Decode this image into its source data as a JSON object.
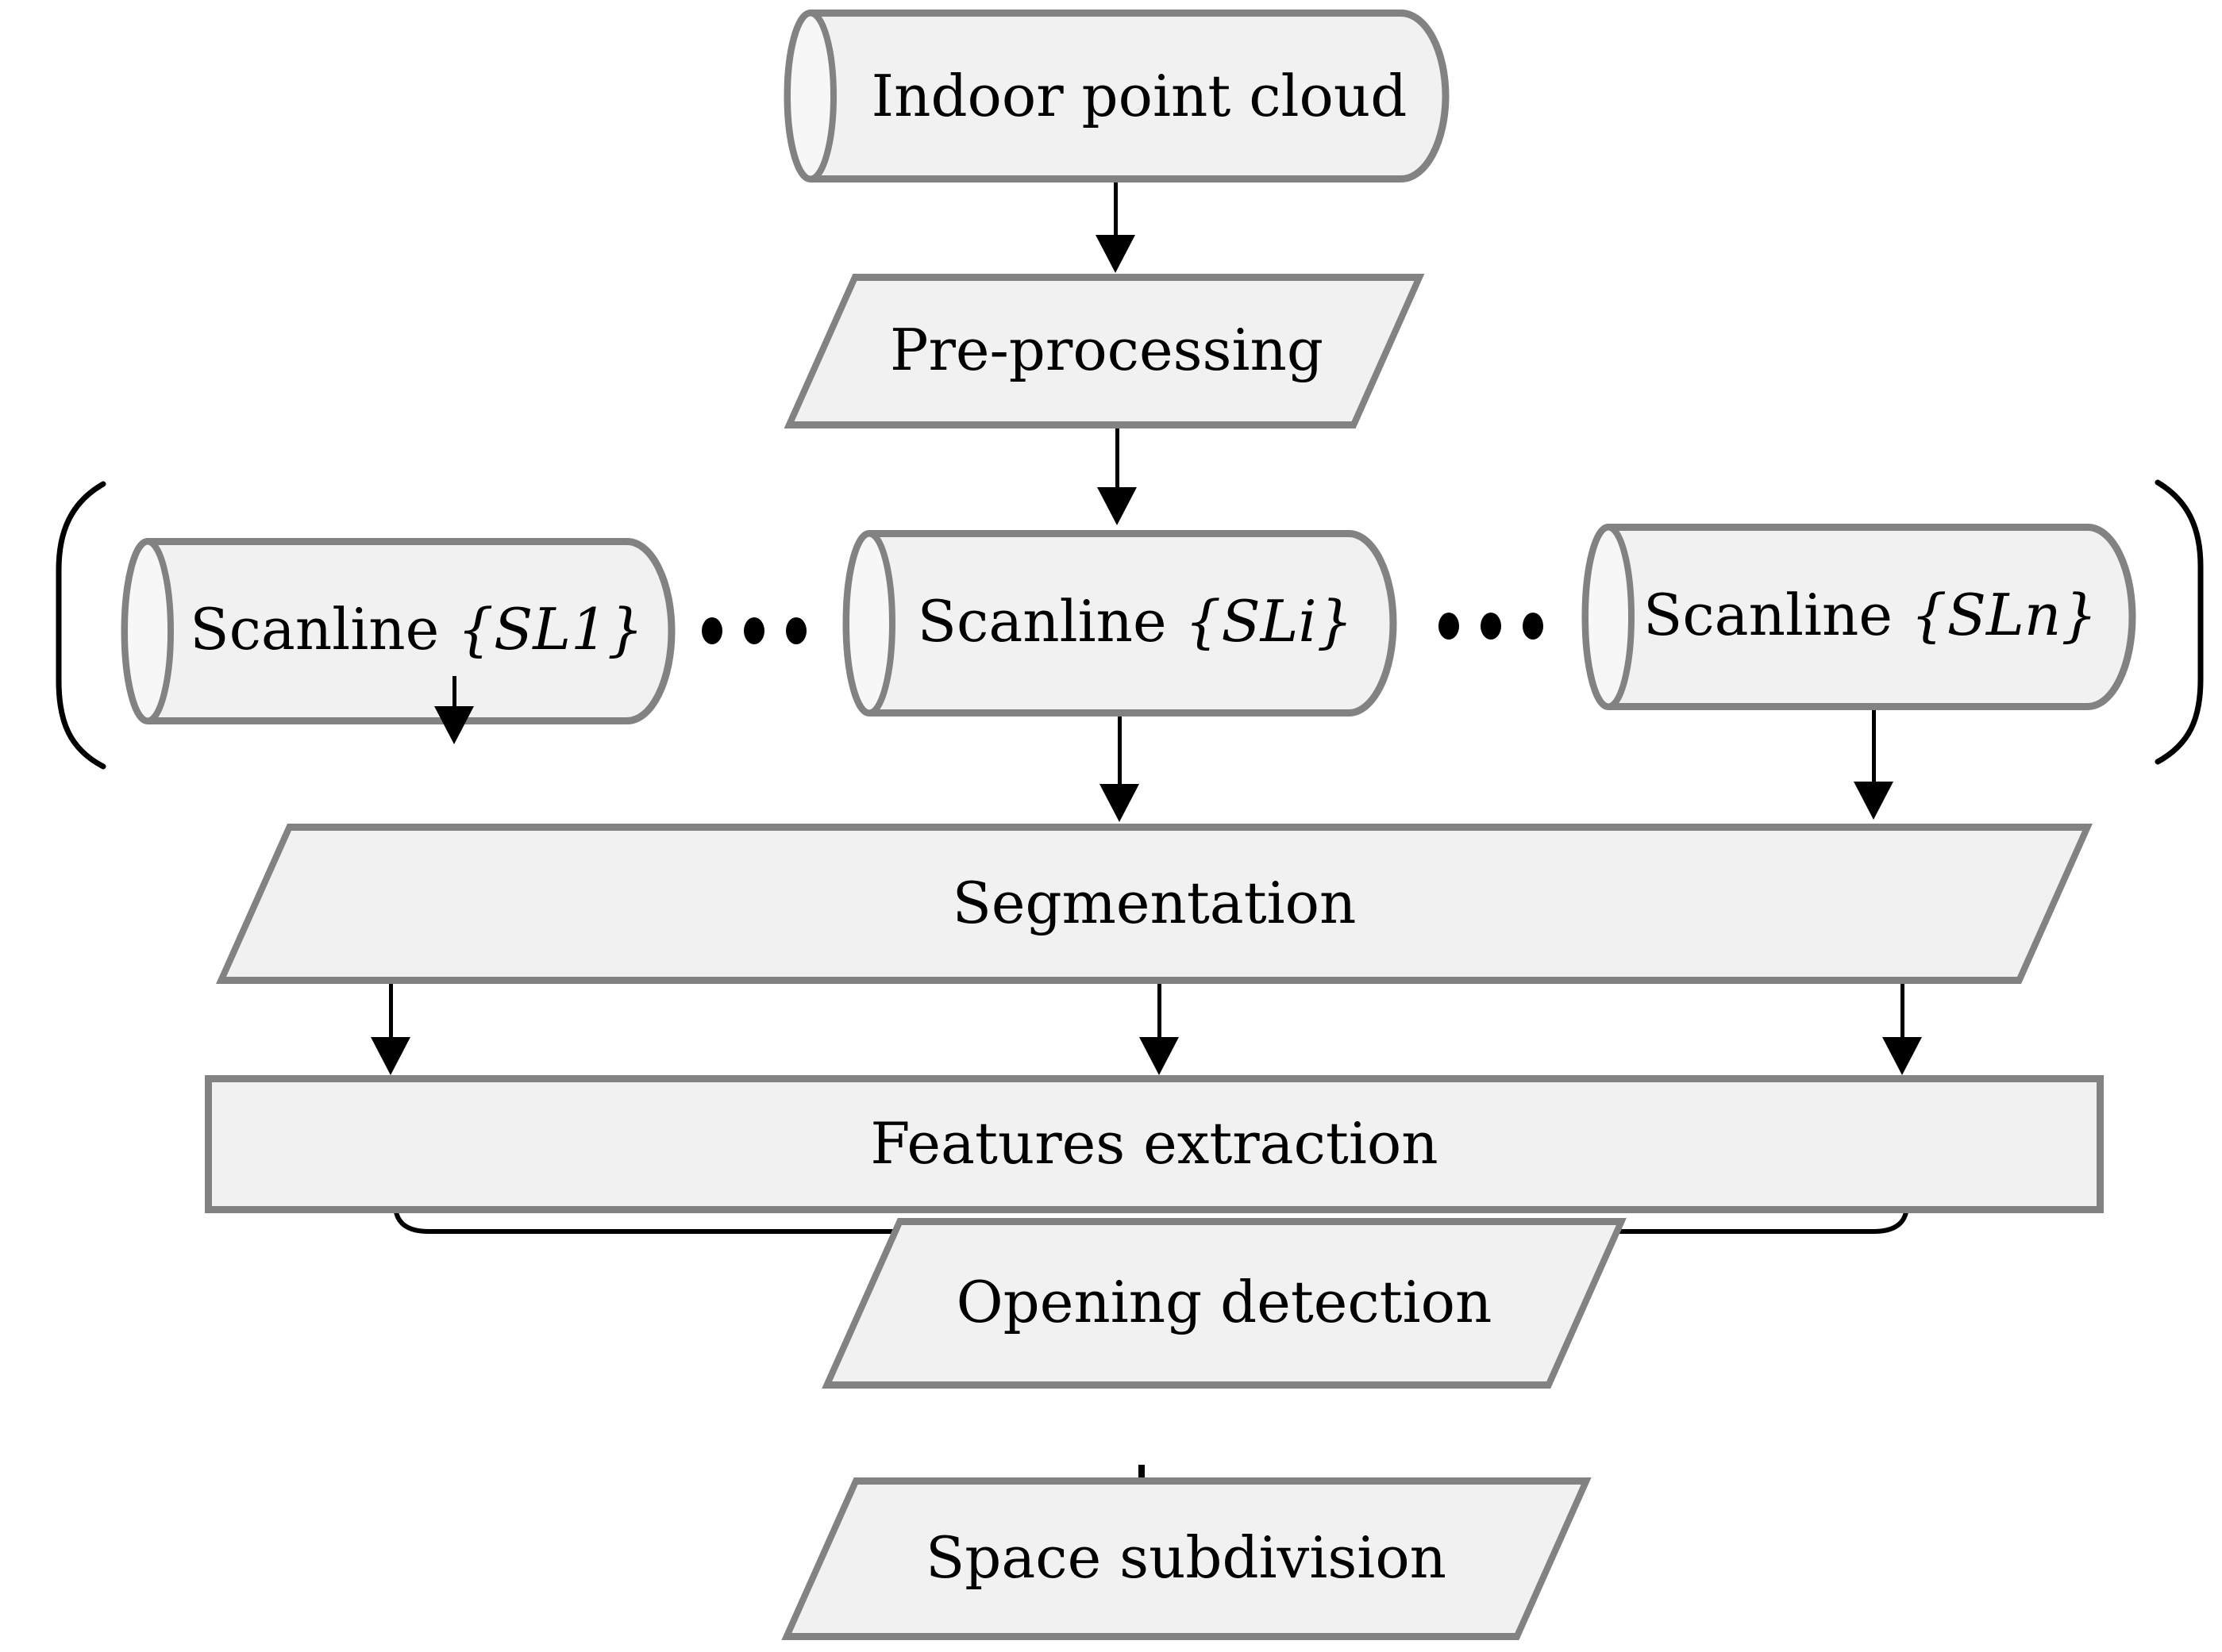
{
  "diagram": {
    "type": "flowchart",
    "nodes": {
      "indoor_point_cloud": {
        "label": "Indoor point cloud",
        "shape": "cylinder"
      },
      "pre_processing": {
        "label": "Pre-processing",
        "shape": "parallelogram"
      },
      "scanline_1": {
        "label_prefix": "Scanline ",
        "label_id": "{SL1}",
        "shape": "cylinder"
      },
      "scanline_i": {
        "label_prefix": "Scanline ",
        "label_id": "{SLi}",
        "shape": "cylinder"
      },
      "scanline_n": {
        "label_prefix": "Scanline ",
        "label_id": "{SLn}",
        "shape": "cylinder"
      },
      "segmentation": {
        "label": "Segmentation",
        "shape": "parallelogram"
      },
      "features_extraction": {
        "label": "Features extraction",
        "shape": "rectangle"
      },
      "opening_detection": {
        "label": "Opening detection",
        "shape": "parallelogram"
      },
      "space_subdivision": {
        "label": "Space subdivision",
        "shape": "parallelogram"
      }
    },
    "separators": [
      {
        "symbol": "•••",
        "between": [
          "scanline_1",
          "scanline_i"
        ]
      },
      {
        "symbol": "•••",
        "between": [
          "scanline_i",
          "scanline_n"
        ]
      }
    ],
    "grouping": {
      "bracketed_set": [
        "scanline_1",
        "scanline_i",
        "scanline_n"
      ],
      "bracket_style": "large-parentheses"
    },
    "edges": [
      {
        "from": "indoor_point_cloud",
        "to": "pre_processing",
        "type": "arrow"
      },
      {
        "from": "pre_processing",
        "to": "scanline_i",
        "type": "arrow"
      },
      {
        "from": "scanline_1",
        "to": "segmentation",
        "type": "arrow"
      },
      {
        "from": "scanline_i",
        "to": "segmentation",
        "type": "arrow"
      },
      {
        "from": "scanline_n",
        "to": "segmentation",
        "type": "arrow"
      },
      {
        "from": "segmentation",
        "to": "features_extraction",
        "type": "arrow"
      },
      {
        "from": "segmentation",
        "to": "features_extraction",
        "type": "arrow"
      },
      {
        "from": "segmentation",
        "to": "features_extraction",
        "type": "arrow"
      },
      {
        "from": "features_extraction",
        "to": "opening_detection",
        "type": "rounded-bracket"
      },
      {
        "from": "opening_detection",
        "to": "space_subdivision",
        "type": "line-stub"
      }
    ],
    "colors": {
      "background": "#ffffff",
      "shape_fill": "#f1f1f1",
      "shape_stroke": "#828282",
      "cylinder_cap_fill": "#f7f7f7",
      "connector": "#000000",
      "text": "#000000"
    }
  }
}
